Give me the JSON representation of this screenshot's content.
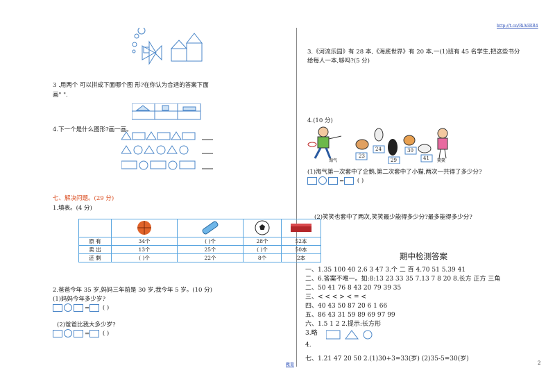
{
  "header": {
    "link": "http://t.cn/RiA6RR4"
  },
  "left": {
    "q3_text": "3  .用两个   可以拼成下面哪个图 形?在你认为合适的答案下面",
    "q3_text2": "画\" \".",
    "q4_text": "4.下一个是什么图形?画一画。",
    "section7_title": "七、解决问题。(29 分)",
    "q1_title": "1.填表。(4 分)",
    "table": {
      "row_labels": [
        "原  有",
        "卖  出",
        "还  剩"
      ],
      "cells": [
        [
          "34个",
          "(    )个",
          "28个",
          "52本"
        ],
        [
          "13个",
          "25个",
          "(    )个",
          "50本"
        ],
        [
          "(    )个",
          "22个",
          "8个",
          "2本"
        ]
      ],
      "images": [
        "basketball-icon",
        "pencil-case-icon",
        "soccer-ball-icon",
        "book-icon"
      ]
    },
    "q2_title": "2.爸爸今年 35 岁,妈妈三年前是 30 岁,我今年 5 岁。(10 分)",
    "q2_1": "(1)妈妈今年多少岁?",
    "q2_2": "(2)爸爸比我大多少岁?",
    "paren": "(     )",
    "footer_center": "教育"
  },
  "right": {
    "q3_line1": "3.《河流乐园》有 28 本,《海底世界》有 20 本,一(1)班有 45 名学生,把这些书分",
    "q3_line2": "给每人一本,够吗?(5 分)",
    "q4_title": "4.(10 分)",
    "label_taoqi": "淘气",
    "label_xiaoxiao": "笑笑",
    "numbers": [
      "23",
      "24",
      "29",
      "30",
      "41"
    ],
    "q4_1": "(1)淘气第一次套中了企鹅,第二次套中了小猫,两次一共得了多少分?",
    "q4_2": "(2)笑笑也套中了两次,笑笑最少能得多少分?最多能得多少分?",
    "answers_title": "期中检测答案",
    "answers": [
      "一、1.35   100   40        2.6   3    47      3.个   二   百   4.70   51   5.39   41",
      "二、6.答案不唯一。如:8:13   23   33   35       7.13   7   8   20   8.长方   正方   三角",
      "二、50   41   76   8   43   20   79   39   35",
      "三、<   <   <   >   <   =   <",
      "四、40   43   50   87   20   6   1   66",
      "五、86   43   31   59   89   69   97   99",
      "六、1.5   1   2     2.提示:长方形",
      "      3.略",
      "   4.",
      "七、1.21    47    20    50       2.(1)30+3=33(岁)   (2)35-5=30(岁)"
    ],
    "page_number": "2"
  },
  "colors": {
    "accent_blue": "#4a86c8",
    "red": "#d9481a"
  }
}
